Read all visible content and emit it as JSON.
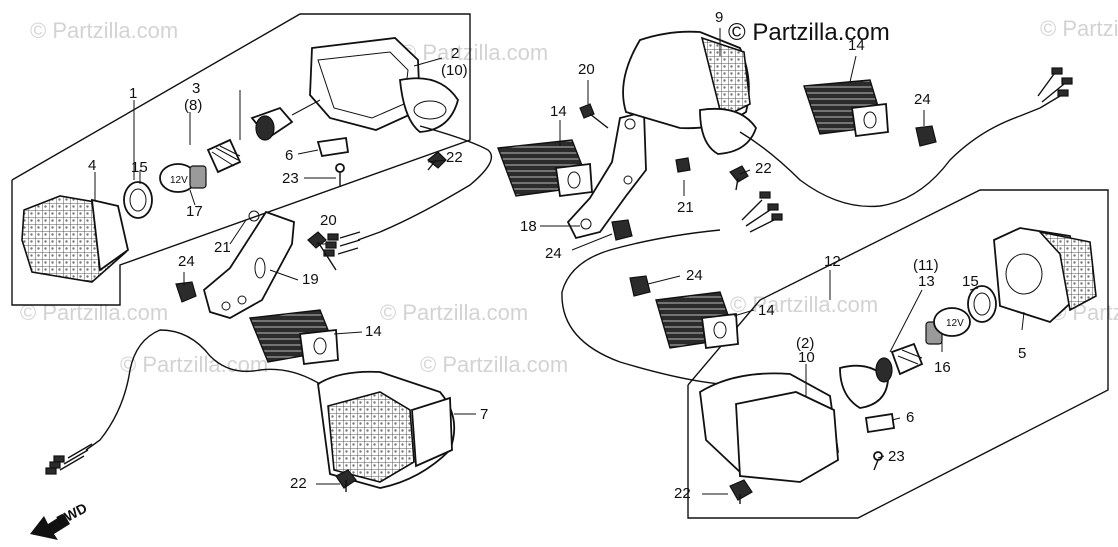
{
  "copyright": "© Partzilla.com",
  "watermark": "© Partzilla.com",
  "direction_label": "FWD",
  "callouts": {
    "c1": "1",
    "c2": "2",
    "c2_qty": "(10)",
    "c3": "3",
    "c3_qty": "(8)",
    "c4": "4",
    "c5": "5",
    "c6_left": "6",
    "c6_right": "6",
    "c7": "7",
    "c9": "9",
    "c10": "10",
    "c10_qty": "(2)",
    "c12": "12",
    "c13": "13",
    "c13_qty": "(11)",
    "c14_left": "14",
    "c14_center": "14",
    "c14_topright": "14",
    "c14_mid": "14",
    "c15_left": "15",
    "c15_right": "15",
    "c16": "16",
    "c17": "17",
    "c18": "18",
    "c19": "19",
    "c20_top": "20",
    "c20_left": "20",
    "c21_left": "21",
    "c21_center": "21",
    "c22_a": "22",
    "c22_b": "22",
    "c22_c": "22",
    "c22_d": "22",
    "c23_left": "23",
    "c23_right": "23",
    "c24_left": "24",
    "c24_center": "24",
    "c24_topright": "24",
    "c24_mid": "24"
  }
}
